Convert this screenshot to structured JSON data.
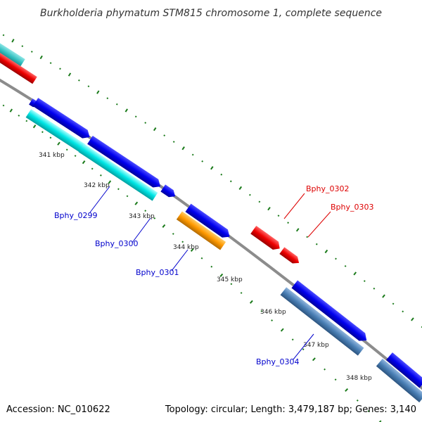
{
  "title": "Burkholderia phymatum STM815 chromosome 1, complete sequence",
  "accession_text": "Accession: NC_010622",
  "topology_text": "Topology: circular; Length: 3,479,187 bp; Genes: 3,140",
  "ticks": [
    "341 kbp",
    "342 kbp",
    "343 kbp",
    "344 kbp",
    "345 kbp",
    "346 kbp",
    "347 kbp",
    "348 kbp"
  ],
  "gene_labels": [
    {
      "text": "Bphy_0299",
      "color": "#0000cc"
    },
    {
      "text": "Bphy_0300",
      "color": "#0000cc"
    },
    {
      "text": "Bphy_0301",
      "color": "#0000cc"
    },
    {
      "text": "Bphy_0302",
      "color": "#dd0000"
    },
    {
      "text": "Bphy_0303",
      "color": "#dd0000"
    },
    {
      "text": "Bphy_0304",
      "color": "#0000cc"
    }
  ],
  "colors": {
    "backbone": "#8c8c8c",
    "gc_skew": "#1a7a1a",
    "cds_forward": "#0000ee",
    "cds_cyan": "#00e6e6",
    "cds_teal": "#33c0c0",
    "cds_red": "#ee0000",
    "cds_orange": "#ff9900",
    "cds_steel": "#4a7fb5",
    "label_blue": "#0000cc",
    "label_red": "#dd0000"
  }
}
